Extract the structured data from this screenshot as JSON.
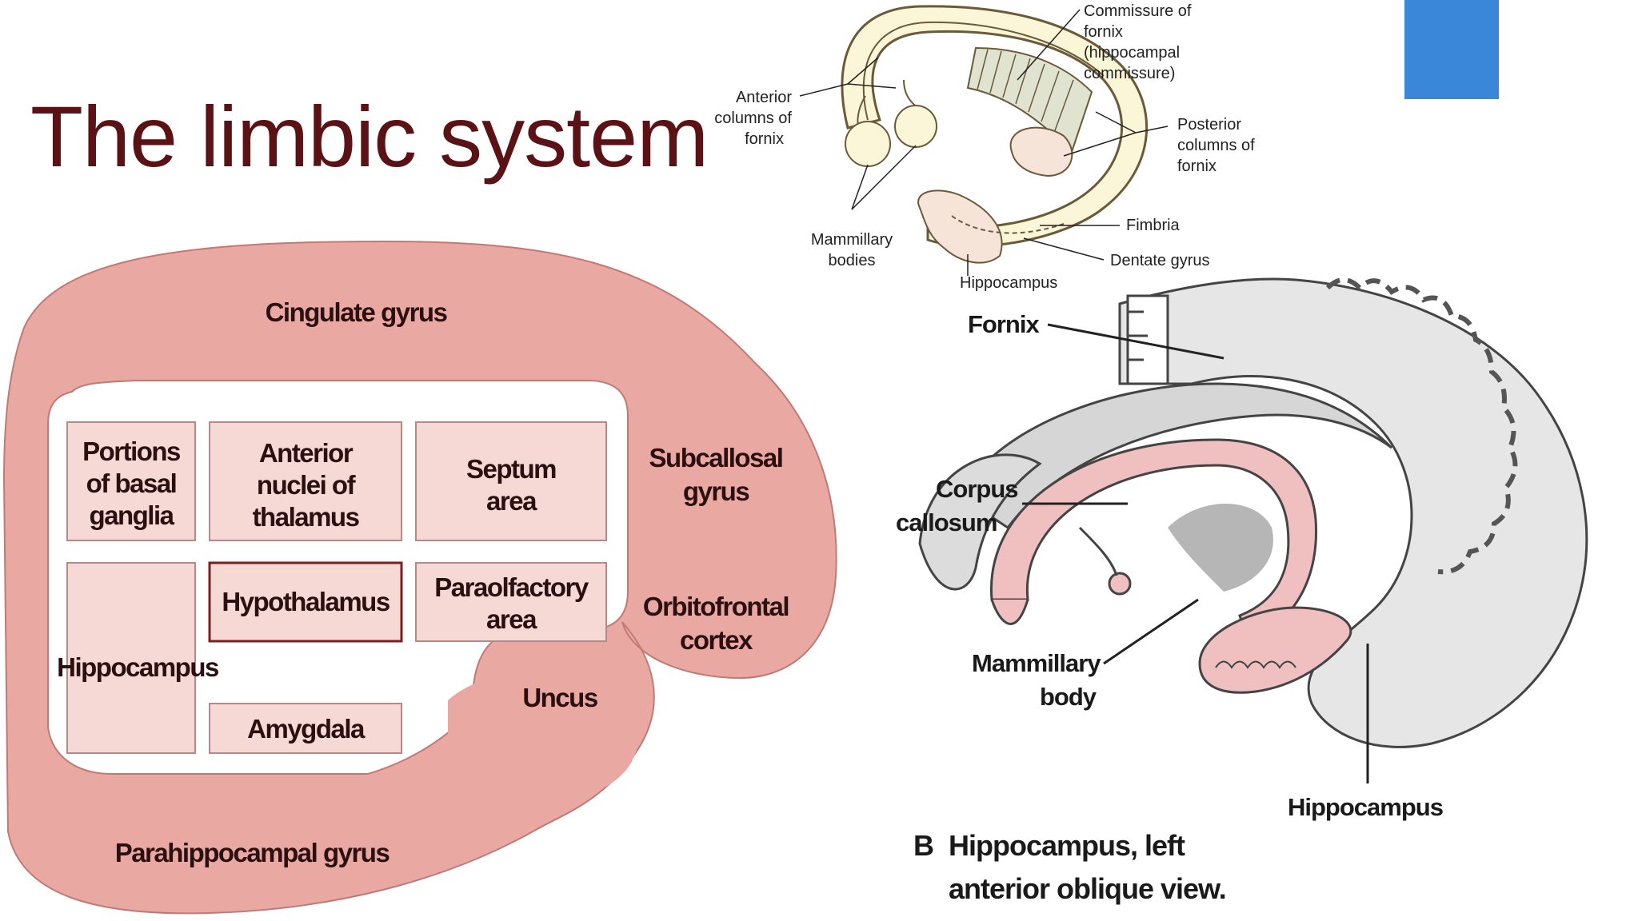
{
  "slide": {
    "title": "The limbic system",
    "accent_color": "#3a86d8",
    "title_color": "#5a1214"
  },
  "limbic_diagram": {
    "fill_color": "#eaa8a3",
    "outer_regions": {
      "cingulate": "Cingulate gyrus",
      "subcallosal_line1": "Subcallosal",
      "subcallosal_line2": "gyrus",
      "orbitofrontal_line1": "Orbitofrontal",
      "orbitofrontal_line2": "cortex",
      "uncus": "Uncus",
      "parahippocampal": "Parahippocampal gyrus"
    },
    "inner_boxes": {
      "basal_ganglia": [
        "Portions",
        "of basal",
        "ganglia"
      ],
      "anterior_thalamus": [
        "Anterior",
        "nuclei of",
        "thalamus"
      ],
      "septum": [
        "Septum",
        "area"
      ],
      "hypothalamus": "Hypothalamus",
      "paraolfactory": [
        "Paraolfactory",
        "area"
      ],
      "hippocampus": "Hippocampus",
      "amygdala": "Amygdala"
    }
  },
  "fornix_diagram": {
    "fill_color": "#fbf6d8",
    "labels": {
      "commissure": [
        "Commissure of",
        "fornix",
        "(hippocampal",
        "commissure)"
      ],
      "anterior_columns": [
        "Anterior",
        "columns of",
        "fornix"
      ],
      "posterior_columns": [
        "Posterior",
        "columns of",
        "fornix"
      ],
      "fimbria": "Fimbria",
      "dentate_gyrus": "Dentate gyrus",
      "mammillary_bodies": [
        "Mammillary",
        "bodies"
      ],
      "hippocampus": "Hippocampus"
    }
  },
  "brain_diagram": {
    "labels": {
      "fornix": "Fornix",
      "corpus_callosum": [
        "Corpus",
        "callosum"
      ],
      "mammillary_body": [
        "Mammillary",
        "body"
      ],
      "hippocampus": "Hippocampus"
    },
    "caption": {
      "letter": "B",
      "line1": "Hippocampus, left",
      "line2": "anterior oblique view."
    }
  }
}
